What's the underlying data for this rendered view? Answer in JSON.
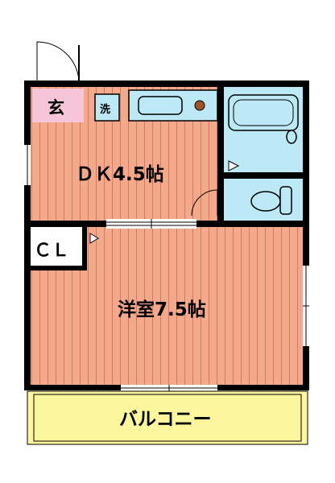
{
  "rooms": {
    "entrance_label": "玄",
    "washer_label": "洗",
    "dk_label": "ＤＫ4.5帖",
    "western_label": "洋室7.5帖",
    "closet_label": "ＣＬ",
    "balcony_label": "バルコニー"
  },
  "colors": {
    "floor": "#f3a98c",
    "floor_stripe": "#e07a5a",
    "wall": "#000000",
    "entrance": "#f6c6d8",
    "bath": "#bde8f5",
    "balcony": "#fcf69c",
    "washer": "#bde8f5"
  }
}
